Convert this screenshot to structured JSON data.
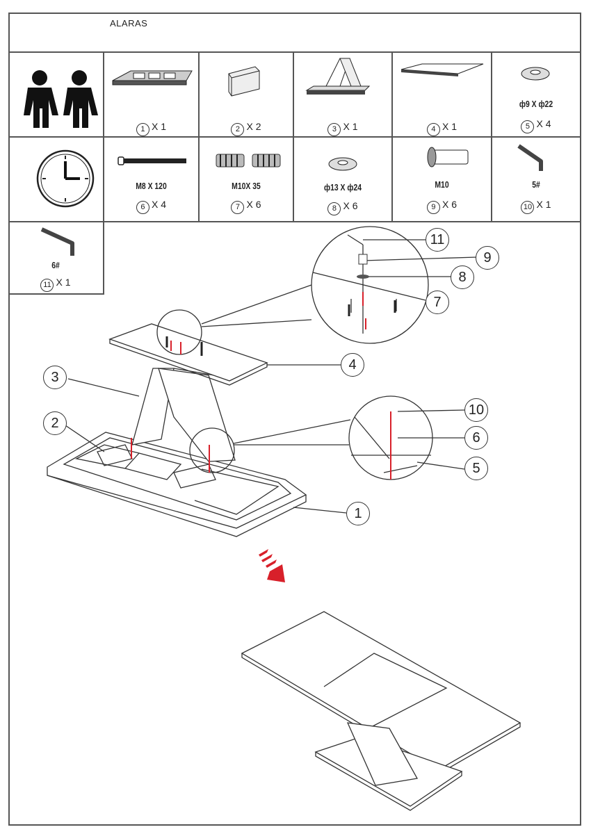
{
  "header": {
    "title": "ALARAS"
  },
  "parts": [
    {
      "id": "1",
      "qty": "X 1"
    },
    {
      "id": "2",
      "qty": "X 2"
    },
    {
      "id": "3",
      "qty": "X 1"
    },
    {
      "id": "4",
      "qty": "X 1"
    },
    {
      "id": "5",
      "spec": "ф9 X ф22",
      "qty": "X 4"
    },
    {
      "id": "6",
      "spec": "M8 X 120",
      "qty": "X 4"
    },
    {
      "id": "7",
      "spec": "M10X 35",
      "qty": "X 6"
    },
    {
      "id": "8",
      "spec": "ф13 X ф24",
      "qty": "X 6"
    },
    {
      "id": "9",
      "spec": "M10",
      "qty": "X 6"
    },
    {
      "id": "10",
      "spec": "5#",
      "qty": "X 1"
    },
    {
      "id": "11",
      "spec": "6#",
      "qty": "X 1"
    }
  ],
  "callouts": [
    "1",
    "2",
    "3",
    "4",
    "5",
    "6",
    "7",
    "8",
    "9",
    "10",
    "11"
  ],
  "colors": {
    "line": "#333333",
    "accent": "#d8202a"
  }
}
